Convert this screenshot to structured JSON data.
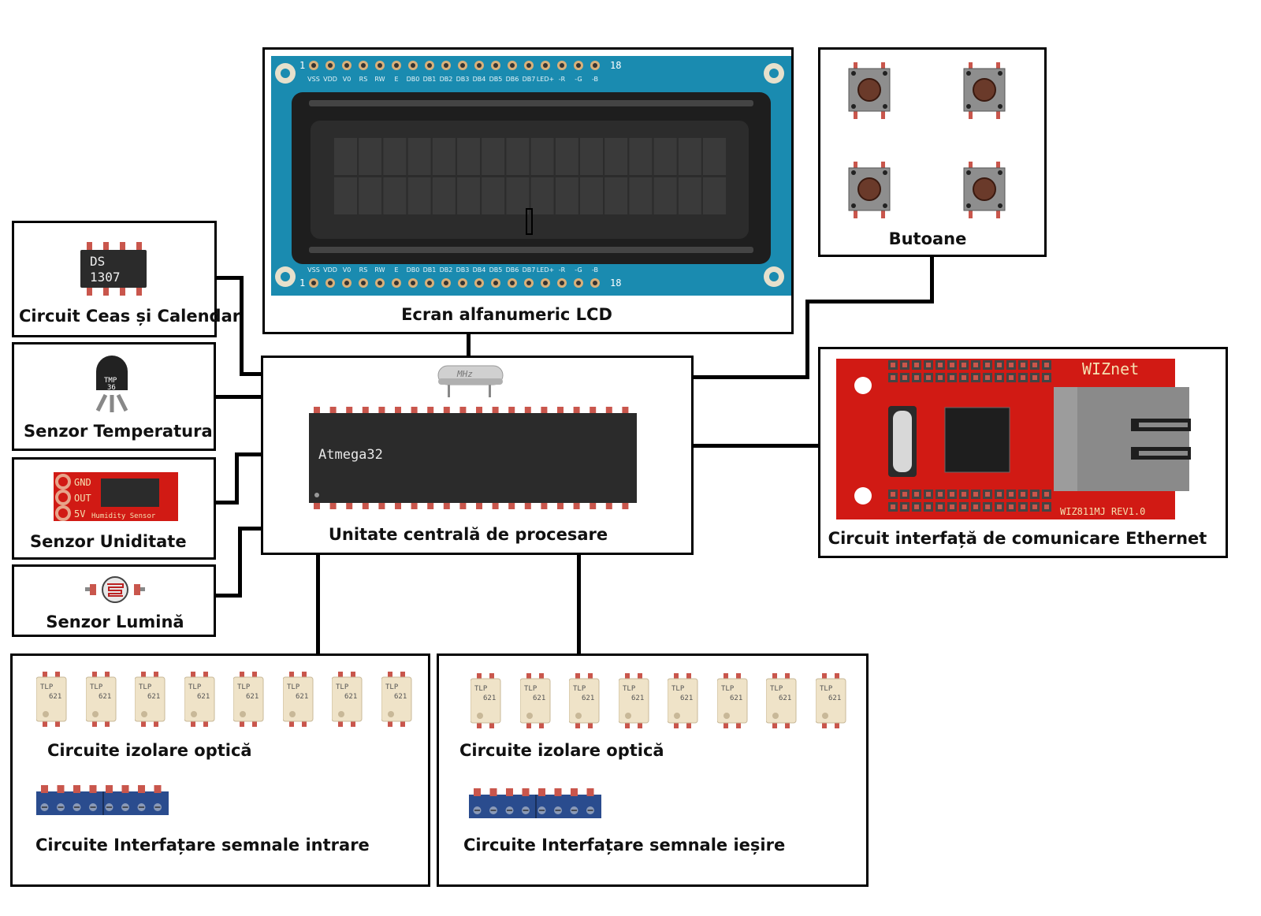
{
  "diagram": {
    "lcd": {
      "label": "Ecran alfanumeric LCD",
      "pin_start": "1",
      "pin_end": "18",
      "pin_names": [
        "VSS",
        "VDD",
        "V0",
        "RS",
        "RW",
        "E",
        "DB0",
        "DB1",
        "DB2",
        "DB3",
        "DB4",
        "DB5",
        "DB6",
        "DB7",
        "LED+",
        "-R",
        "-G",
        "-B"
      ]
    },
    "buttons": {
      "label": "Butoane"
    },
    "rtc": {
      "label": "Circuit Ceas și Calendar",
      "chip_line1": "DS",
      "chip_line2": "1307"
    },
    "temperature": {
      "label": "Senzor Temperatura",
      "chip_line1": "TMP",
      "chip_line2": "36"
    },
    "humidity": {
      "label": "Senzor Uniditate",
      "pins": [
        "GND",
        "OUT",
        "5V"
      ],
      "board_text": "Humidity Sensor"
    },
    "light": {
      "label": "Senzor Lumină"
    },
    "cpu": {
      "label": "Unitate centrală de procesare",
      "chip": "Atmega32",
      "crystal": "MHz"
    },
    "ethernet": {
      "label": "Circuit interfață de comunicare Ethernet",
      "brand": "WIZnet",
      "model": "WIZ811MJ REV1.0"
    },
    "input_block": {
      "opto_label": "Circuite izolare optică",
      "iface_label": "Circuite Interfațare semnale intrare",
      "opto_line1": "TLP",
      "opto_line2": "621"
    },
    "output_block": {
      "opto_label": "Circuite izolare optică",
      "iface_label": "Circuite Interfațare semnale ieșire",
      "opto_line1": "TLP",
      "opto_line2": "621"
    },
    "colors": {
      "lcd_board": "#1a8bb0",
      "pcb_red": "#d11a14",
      "chip": "#2b2b2b",
      "opto": "#efe3c8",
      "terminal": "#2a4c8e",
      "pin_red": "#c9564c"
    }
  }
}
